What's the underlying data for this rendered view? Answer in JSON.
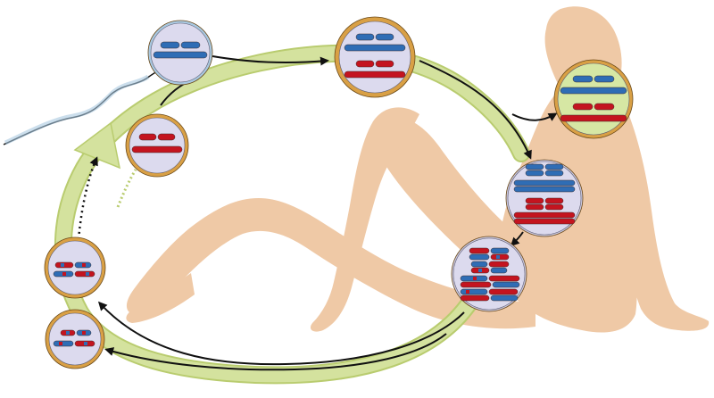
{
  "colors": {
    "background": "#ffffff",
    "silhouette": "#efc9a6",
    "cycle_arrow": "#d4e29e",
    "cycle_arrow_edge": "#b9cc6f",
    "cell_fill": "#dcdaee",
    "zygote_fill": "#d6e7a4",
    "ring_gold": "#d9a045",
    "ring_sperm": "#a9c8e0",
    "chromosome_blue": "#2f6db5",
    "chromosome_red": "#c4141f",
    "line": "#111111"
  },
  "icons": {
    "sperm": "sperm-icon",
    "chromosome": "chromosome-icon",
    "arrow": "arrow-icon"
  },
  "stages": [
    {
      "id": "paternal-gamete",
      "description_icon": "sperm-icon"
    },
    {
      "id": "maternal-gamete"
    },
    {
      "id": "fertilized-egg"
    },
    {
      "id": "zygote"
    },
    {
      "id": "replicated-cell"
    },
    {
      "id": "recombining-cell"
    },
    {
      "id": "meiosis-i-cell"
    },
    {
      "id": "meiosis-ii-cell"
    }
  ]
}
